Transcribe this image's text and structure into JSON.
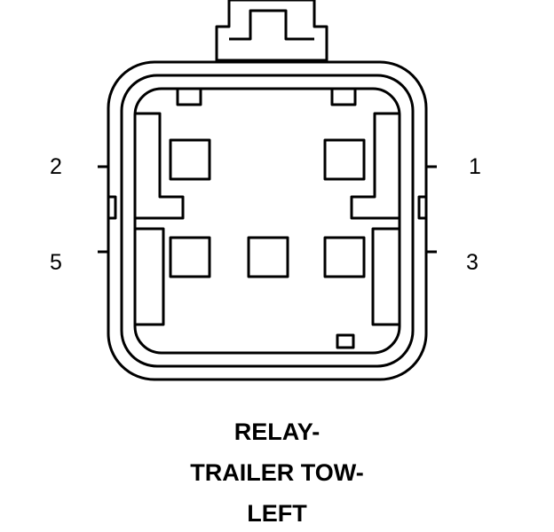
{
  "pins": {
    "top_left": "2",
    "top_right": "1",
    "bottom_left": "5",
    "bottom_right": "3"
  },
  "caption": {
    "line1": "RELAY-",
    "line2": "TRAILER TOW-",
    "line3": "LEFT"
  }
}
